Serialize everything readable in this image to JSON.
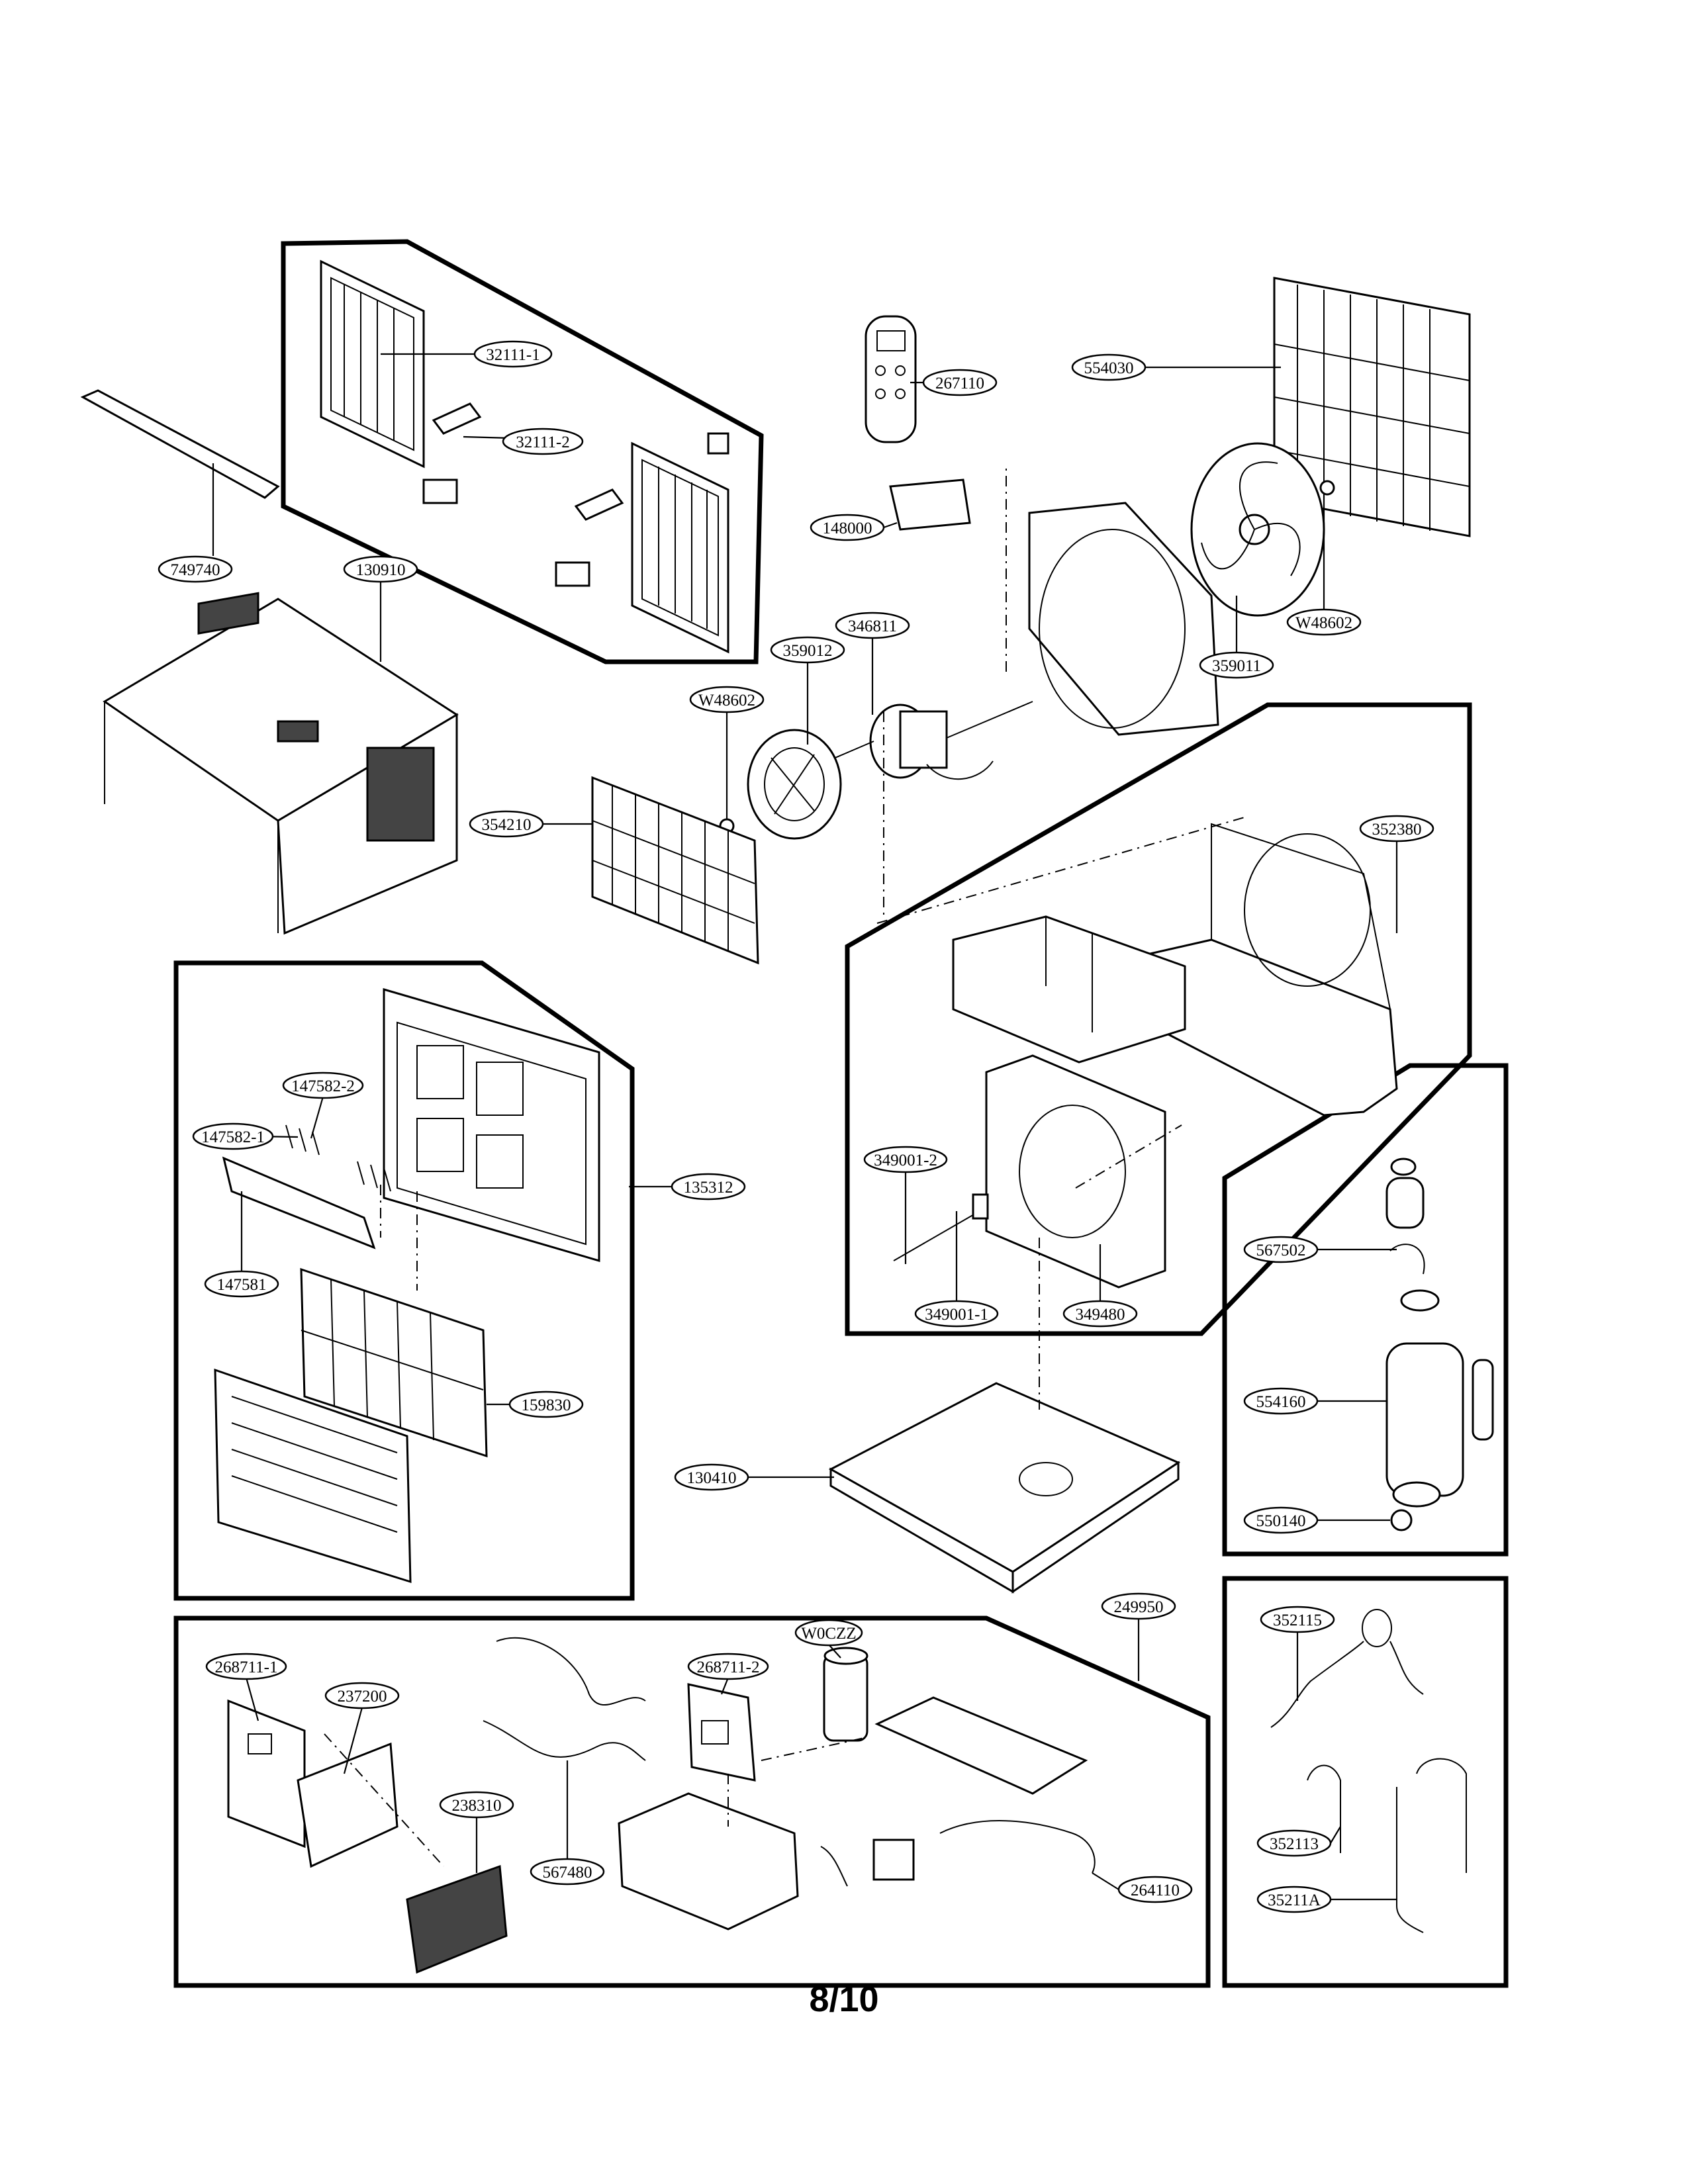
{
  "page_number": "8/10",
  "part_labels": [
    "32111-1",
    "32111-2",
    "749740",
    "130910",
    "267110",
    "554030",
    "148000",
    "346811",
    "359012",
    "W48602",
    "359011",
    "W48602",
    "354210",
    "352380",
    "147582-2",
    "147582-1",
    "135312",
    "147581",
    "159830",
    "349001-2",
    "349001-1",
    "349480",
    "130410",
    "567502",
    "554160",
    "550140",
    "249950",
    "268711-1",
    "237200",
    "268711-2",
    "W0CZZ",
    "238310",
    "567480",
    "264110",
    "352115",
    "352113",
    "35211A"
  ]
}
